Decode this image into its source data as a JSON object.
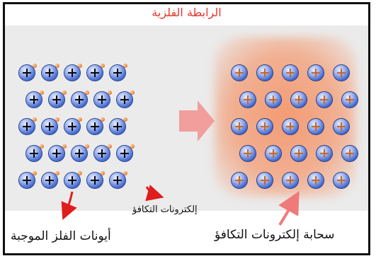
{
  "diagram": {
    "title": "الرابطة الفلزية",
    "labels": {
      "valence_electrons_small": "إلكترونات التكافؤ",
      "positive_metal_ions": "أيونات الفلز الموجبة",
      "valence_electron_cloud": "سحابة إلكترونات التكافؤ"
    },
    "ion_symbol": "plus-icon",
    "colors": {
      "title": "#e8362f",
      "ion": "#3a63cd",
      "electron": "#e27a2d",
      "cloud": "#f6804a",
      "arrow_red": "#e01d1d",
      "arrow_pink": "#f07a7a"
    }
  }
}
